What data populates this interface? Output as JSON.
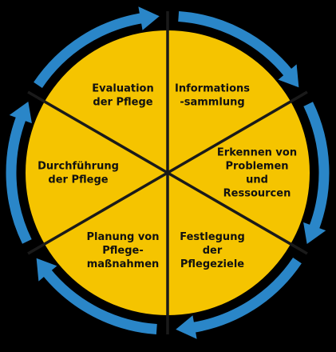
{
  "colors": {
    "background": "#000000",
    "segment_fill": "#f5c400",
    "arrow_ring": "#2a86c8",
    "divider": "#1a1a1a"
  },
  "diagram": {
    "type": "cycle",
    "segments": [
      {
        "id": "informationssammlung",
        "lines": [
          "Informations",
          "-sammlung"
        ]
      },
      {
        "id": "erkennen",
        "lines": [
          "Erkennen von",
          "Problemen",
          "und",
          "Ressourcen"
        ]
      },
      {
        "id": "festlegung",
        "lines": [
          "Festlegung",
          "der",
          "Pflegeziele"
        ]
      },
      {
        "id": "planung",
        "lines": [
          "Planung von",
          "Pflege-",
          "maßnahmen"
        ]
      },
      {
        "id": "durchfuehrung",
        "lines": [
          "Durchführung",
          "der Pflege"
        ]
      },
      {
        "id": "evaluation",
        "lines": [
          "Evaluation",
          "der Pflege"
        ]
      }
    ],
    "direction": "clockwise",
    "arrow_icon": "arrow-head-icon"
  }
}
